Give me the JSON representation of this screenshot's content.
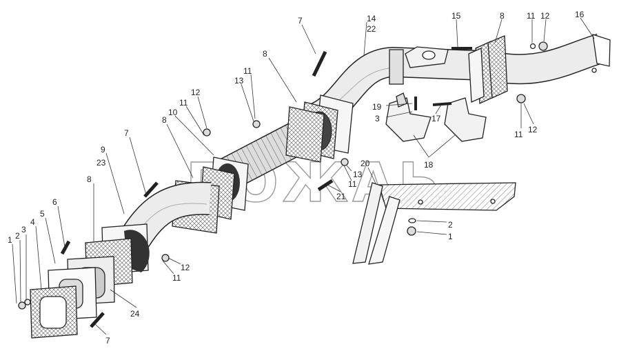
{
  "diagram": {
    "title": "Exhaust pipe assembly exploded view",
    "watermark": "ДОЖАЬ",
    "colors": {
      "line": "#222222",
      "fill": "#e8e8e8",
      "hatch": "#888888"
    },
    "labels": {
      "l7a": "7",
      "l14": "14",
      "l22": "22",
      "l15": "15",
      "l8a": "8",
      "l11a": "11",
      "l12a": "12",
      "l16": "16",
      "l8b": "8",
      "l11b": "11",
      "l13a": "13",
      "l12b": "12",
      "l11c": "11",
      "l10": "10",
      "l8c": "8",
      "l7b": "7",
      "l9": "9",
      "l23": "23",
      "l8d": "8",
      "l6": "6",
      "l5": "5",
      "l4": "4",
      "l3a": "3",
      "l2a": "2",
      "l1a": "1",
      "l19": "19",
      "l3b": "3",
      "l17": "17",
      "l11d": "11",
      "l12c": "12",
      "l18": "18",
      "l20": "20",
      "l13b": "13",
      "l11e": "11",
      "l21": "21",
      "l2b": "2",
      "l1b": "1",
      "l12d": "12",
      "l11f": "11",
      "l24": "24",
      "l7c": "7"
    }
  }
}
